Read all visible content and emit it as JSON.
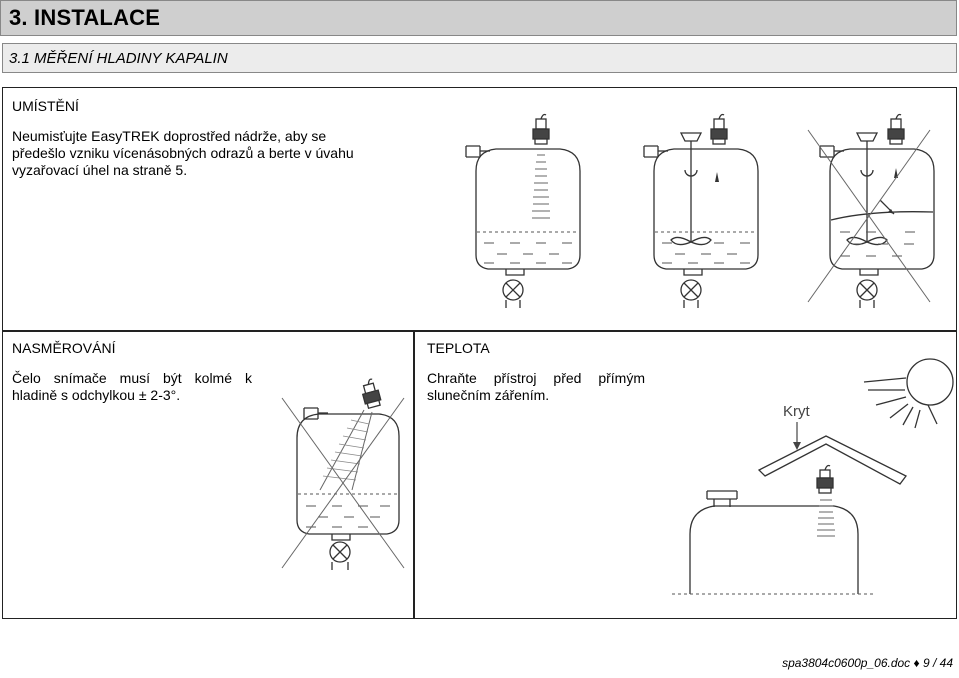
{
  "header": {
    "chapter_title": "3. INSTALACE",
    "section_title": "3.1 MĚŘENÍ HLADINY KAPALIN"
  },
  "placement": {
    "heading": "UMÍSTĚNÍ",
    "text": "Neumisťujte EasyTREK doprostřed nádrže, aby se předešlo vzniku vícenásobných odrazů a berte v úvahu vyzařovací úhel na straně 5."
  },
  "alignment": {
    "heading": "NASMĚROVÁNÍ",
    "text": "Čelo snímače musí být kolmé k hladině s odchylkou ± 2-3°."
  },
  "temperature": {
    "heading": "TEPLOTA",
    "text": "Chraňte přístroj před přímým slunečním zářením.",
    "cover_label": "Kryt"
  },
  "footer": {
    "doc_ref": "spa3804c0600p_06.doc ♦ 9 / 44"
  }
}
